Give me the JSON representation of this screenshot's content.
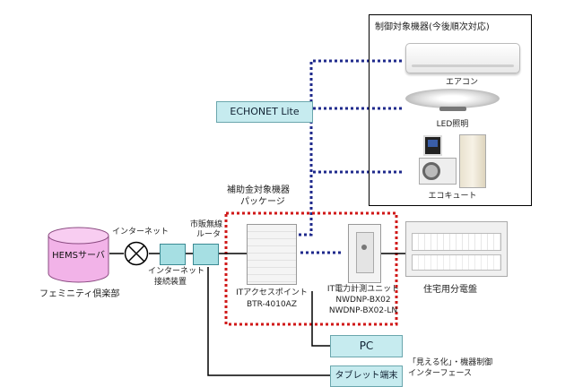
{
  "controlled_devices": {
    "title": "制御対象機器(今後順次対応)",
    "aircon_label": "エアコン",
    "led_label": "LED照明",
    "ecocute_label": "エコキュート"
  },
  "echonet": {
    "label": "ECHONET Lite"
  },
  "subsidy": {
    "line1": "補助金対象機器",
    "line2": "パッケージ"
  },
  "hems_server": {
    "label": "HEMSサーバ",
    "owner_label": "フェミニティ倶楽部"
  },
  "internet": {
    "label": "インターネット"
  },
  "internet_device": {
    "line1": "インターネット",
    "line2": "接続装置"
  },
  "router": {
    "line1": "市販無線",
    "line2": "ルータ"
  },
  "access_point": {
    "line1": "ITアクセスポイント",
    "line2": "BTR-4010AZ"
  },
  "power_meter": {
    "line1": "IT電力計測ユニット",
    "line2": "NWDNP-BX02",
    "line3": "NWDNP-BX02-LN"
  },
  "distribution_board": {
    "label": "住宅用分電盤"
  },
  "pc": {
    "label": "PC"
  },
  "tablet": {
    "label": "タブレット端末"
  },
  "interface": {
    "line1": "「見える化」・機器制御",
    "line2": "インターフェース"
  }
}
